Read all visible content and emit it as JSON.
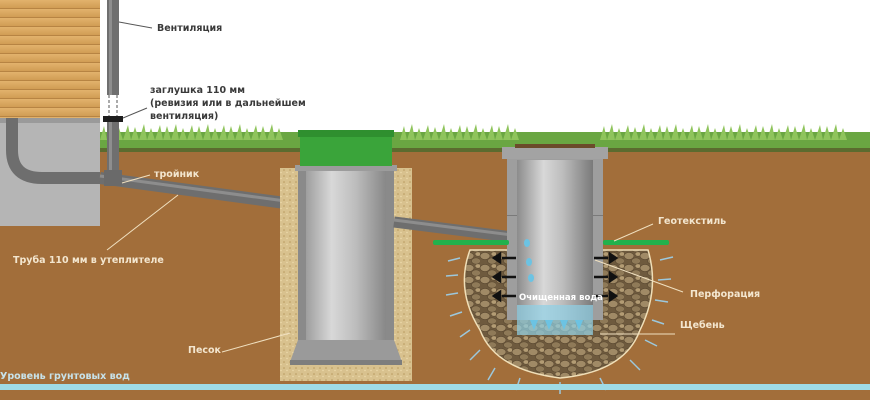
{
  "diagram": {
    "colors": {
      "soil": "#a26e3a",
      "grass": "#6aa642",
      "sky": "#ffffff",
      "house_wall": "#d9a65f",
      "foundation": "#b5b5b5",
      "pipe": "#707070",
      "tank_lid": "#3aa43a",
      "geotextile": "#22b14c",
      "sand": "#d8c18e",
      "gravel": "#8a7a60",
      "groundwater": "#9fdbe6",
      "arrows": "#9cc8dd"
    },
    "labels": {
      "ventilation": "Вентиляция",
      "plug_line1": "заглушка 110 мм",
      "plug_line2": "(ревизия или в дальнейшем",
      "plug_line3": "вентиляция)",
      "tee": "тройник",
      "pipe_insulated": "Труба 110 мм в утеплителе",
      "sand": "Песок",
      "groundwater_level": "Уровень грунтовых вод",
      "geotextile": "Геотекстиль",
      "perforation": "Перфорация",
      "crushed_stone": "Щебень",
      "purified_water": "Очищенная вода"
    }
  }
}
